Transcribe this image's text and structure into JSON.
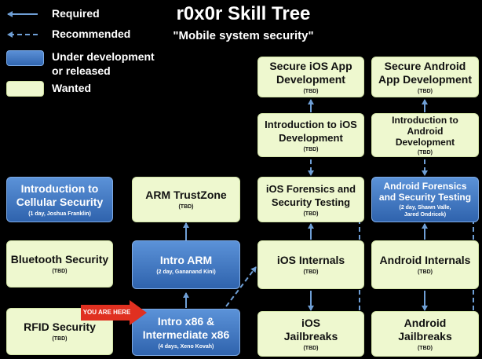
{
  "header": {
    "title": "r0x0r Skill Tree",
    "subtitle": "\"Mobile system security\""
  },
  "legend": {
    "required": "Required",
    "recommended": "Recommended",
    "under_development": "Under development\nor released",
    "wanted": "Wanted"
  },
  "colors": {
    "wanted": "#eef8cf",
    "under_development": "#3a73c2",
    "arrow": "#6f9fd6",
    "you_are_here": "#e03020"
  },
  "you_are_here": "YOU ARE HERE",
  "nodes": {
    "secure_ios": {
      "name": "Secure iOS App\nDevelopment",
      "detail": "(TBD)"
    },
    "secure_android": {
      "name": "Secure Android\nApp Development",
      "detail": "(TBD)"
    },
    "intro_ios": {
      "name": "Introduction to iOS\nDevelopment",
      "detail": "(TBD)"
    },
    "intro_android": {
      "name": "Introduction to\nAndroid\nDevelopment",
      "detail": "(TBD)"
    },
    "intro_cellular": {
      "name": "Introduction to\nCellular Security",
      "detail": "(1 day, Joshua Franklin)"
    },
    "arm_trustzone": {
      "name": "ARM TrustZone",
      "detail": "(TBD)"
    },
    "ios_forensics": {
      "name": "iOS Forensics and\nSecurity Testing",
      "detail": "(TBD)"
    },
    "android_forensics": {
      "name": "Android Forensics\nand Security Testing",
      "detail": "(2 day, Shawn Valle,\nJared Ondricek)"
    },
    "bluetooth": {
      "name": "Bluetooth Security",
      "detail": "(TBD)"
    },
    "intro_arm": {
      "name": "Intro ARM",
      "detail": "(2 day, Gananand Kini)"
    },
    "ios_internals": {
      "name": "iOS Internals",
      "detail": "(TBD)"
    },
    "android_internals": {
      "name": "Android Internals",
      "detail": "(TBD)"
    },
    "rfid": {
      "name": "RFID Security",
      "detail": "(TBD)"
    },
    "intro_x86": {
      "name": "Intro x86 &\nIntermediate x86",
      "detail": "(4 days, Xeno Kovah)"
    },
    "ios_jailbreaks": {
      "name": "iOS\nJailbreaks",
      "detail": "(TBD)"
    },
    "android_jailbreaks": {
      "name": "Android\nJailbreaks",
      "detail": "(TBD)"
    }
  }
}
